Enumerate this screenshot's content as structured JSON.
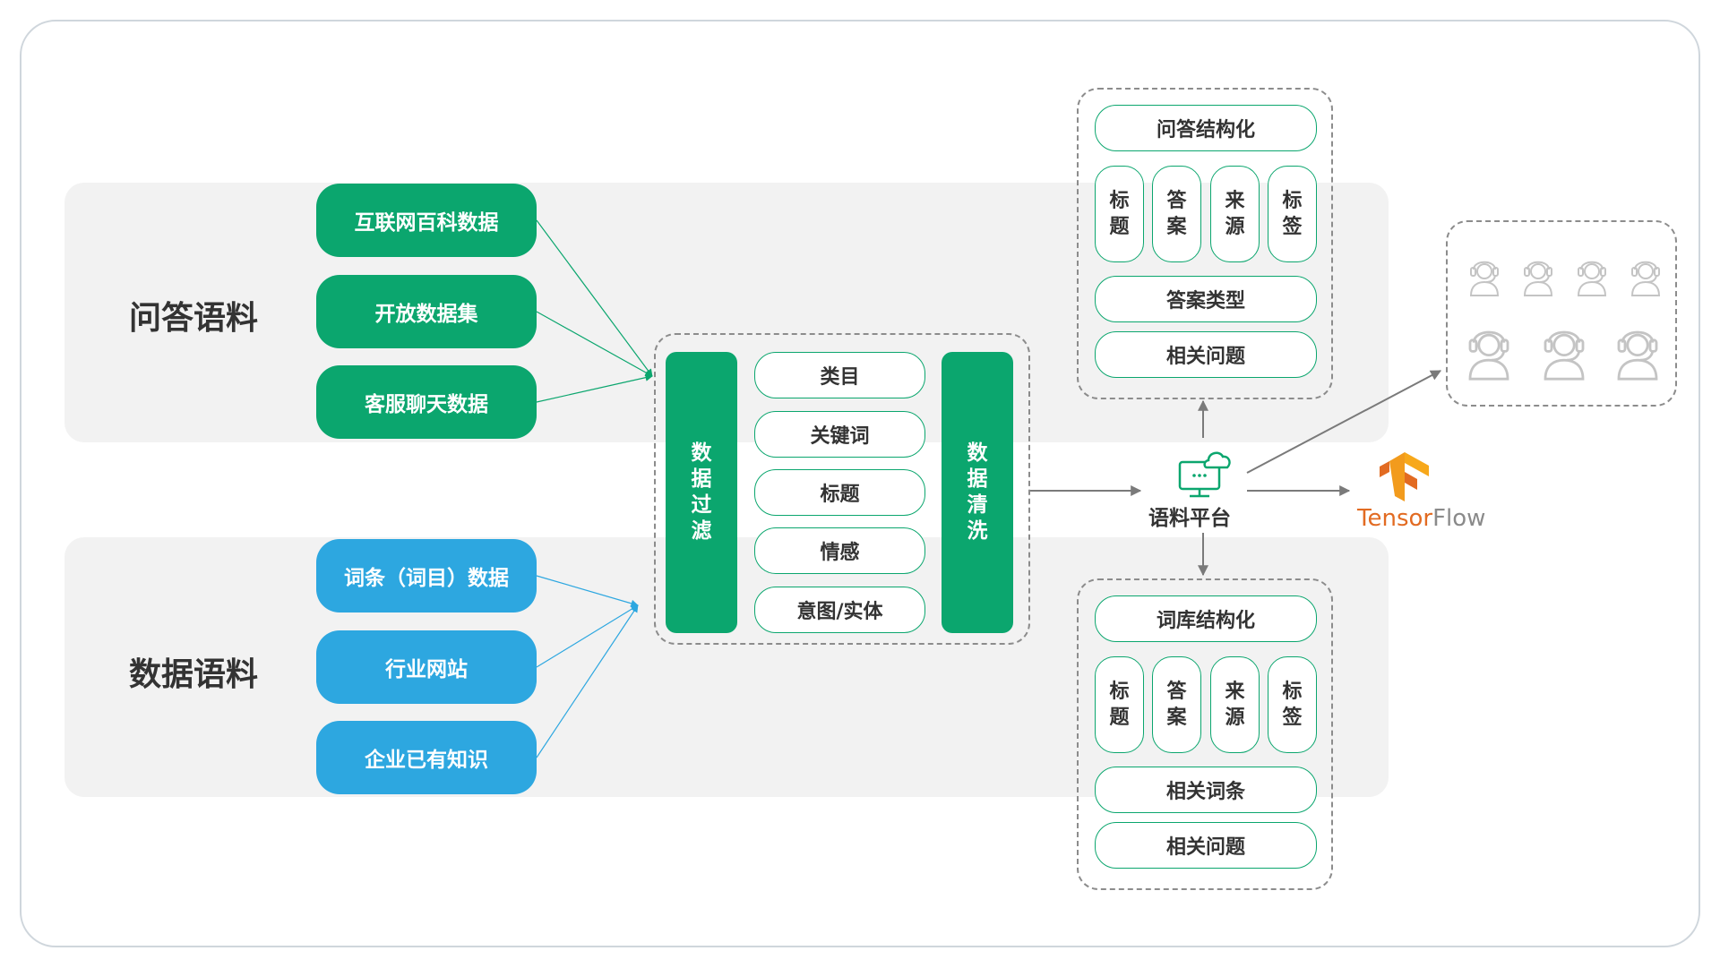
{
  "categories": {
    "qa": "问答语料",
    "data": "数据语料"
  },
  "qa_sources": [
    "互联网百科数据",
    "开放数据集",
    "客服聊天数据"
  ],
  "data_sources": [
    "词条（词目）数据",
    "行业网站",
    "企业已有知识"
  ],
  "processing": {
    "filter_label": "数据过滤",
    "clean_label": "数据清洗",
    "fields": [
      "类目",
      "关键词",
      "标题",
      "情感",
      "意图/实体"
    ]
  },
  "qa_structure": {
    "title": "问答结构化",
    "fields": [
      "标题",
      "答案",
      "来源",
      "标签"
    ],
    "rows": [
      "答案类型",
      "相关问题"
    ]
  },
  "lexicon_structure": {
    "title": "词库结构化",
    "fields": [
      "标题",
      "答案",
      "来源",
      "标签"
    ],
    "rows": [
      "相关词条",
      "相关问题"
    ]
  },
  "platform": {
    "label": "语料平台",
    "icon": "cloud-computer-icon"
  },
  "tensorflow": {
    "text_part1": "Tensor",
    "text_part2": "Flow",
    "icon": "tensorflow-logo"
  },
  "agents": {
    "icon": "customer-service-agent-icon"
  },
  "colors": {
    "green": "#0ba66e",
    "blue": "#2da7e0",
    "tensorflow_orange": "#e26b22"
  }
}
